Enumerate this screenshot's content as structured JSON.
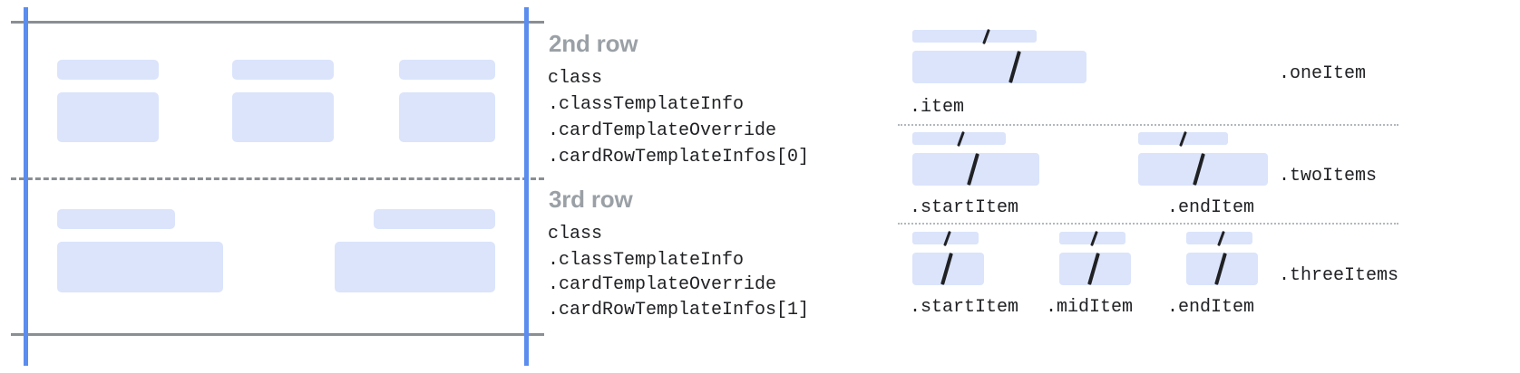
{
  "diagram": {
    "left_panel": {
      "guides": {
        "accent_color": "#5b8def",
        "rule_color": "#8a8f94",
        "placeholder_color": "#dbe4fb"
      },
      "rows": [
        {
          "name": "2nd row",
          "columns": 3
        },
        {
          "name": "3rd row",
          "columns": 2
        }
      ]
    },
    "annotations": [
      {
        "heading": "2nd row",
        "code": [
          "class",
          ".classTemplateInfo",
          ".cardTemplateOverride",
          ".cardRowTemplateInfos[0]"
        ]
      },
      {
        "heading": "3rd row",
        "code": [
          "class",
          ".classTemplateInfo",
          ".cardTemplateOverride",
          ".cardRowTemplateInfos[1]"
        ]
      }
    ],
    "variants": [
      {
        "name": ".oneItem",
        "slots": [
          ".item"
        ]
      },
      {
        "name": ".twoItems",
        "slots": [
          ".startItem",
          ".endItem"
        ]
      },
      {
        "name": ".threeItems",
        "slots": [
          ".startItem",
          ".midItem",
          ".endItem"
        ]
      }
    ]
  }
}
